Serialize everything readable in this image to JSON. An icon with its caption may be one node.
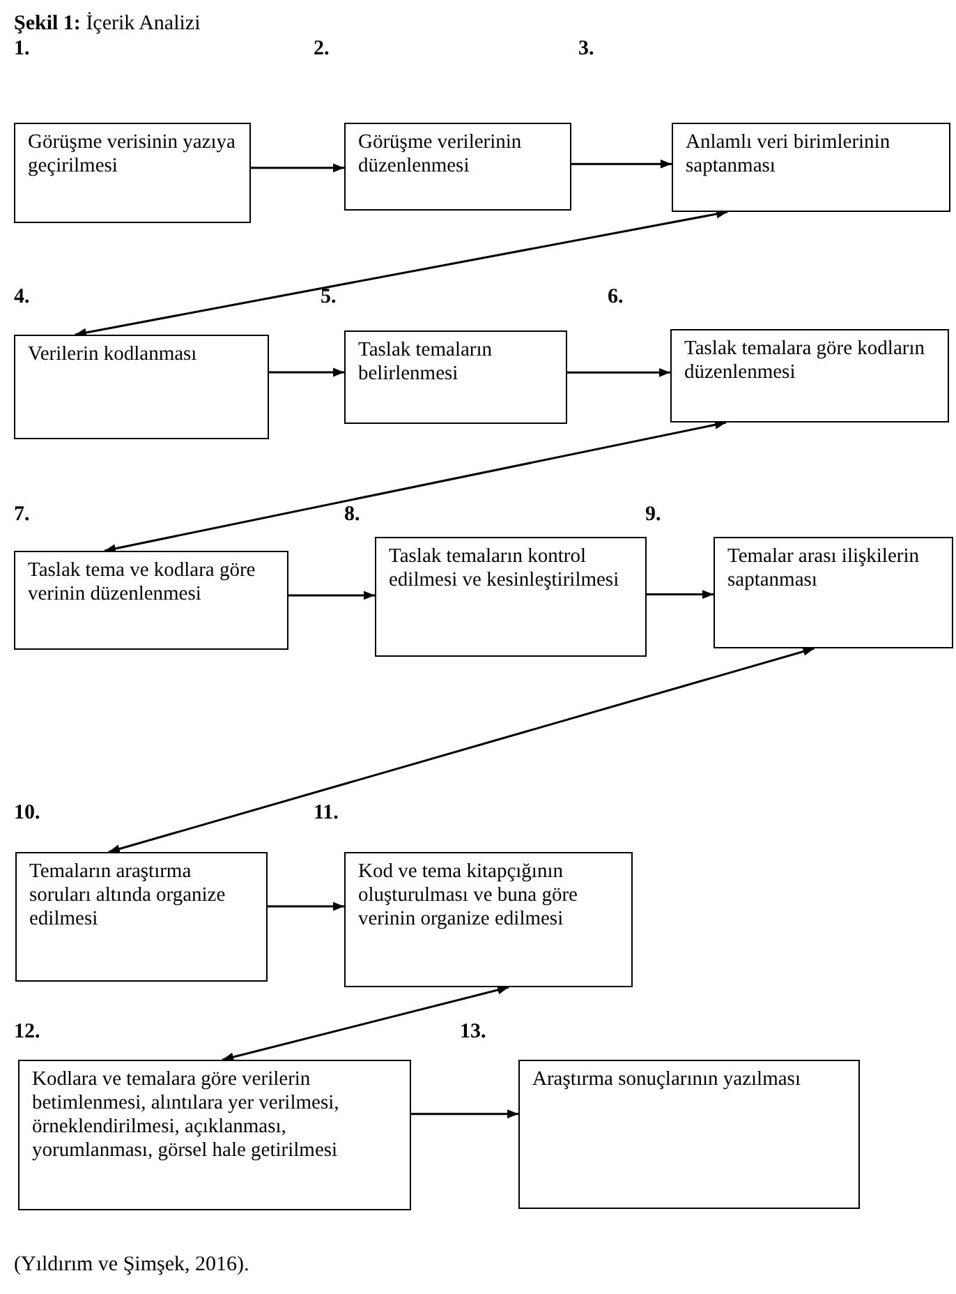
{
  "diagram": {
    "title": "**Şekil 1:** İçerik Analizi",
    "nodes": [
      {
        "text": [
          "Görüşme verisinin yazıya geçirilmesi"
        ]
      },
      {
        "text": [
          "Görüşme verilerinin düzenlenmesi"
        ]
      },
      {
        "text": [
          "Anlamlı veri birimlerinin saptanması"
        ]
      },
      {
        "text": [
          "Verilerin kodlanması"
        ]
      },
      {
        "text": [
          "Taslak temaların belirlenmesi"
        ]
      },
      {
        "text": [
          "Taslak temalara göre kodların düzenlenmesi"
        ]
      },
      {
        "text": [
          "Taslak tema ve kodlara göre verinin düzenlenmesi"
        ]
      },
      {
        "text": [
          "Taslak temaların kontrol edilmesi ve kesinleştirilmesi"
        ]
      },
      {
        "text": [
          "Temalar arası ilişkilerin saptanması"
        ]
      },
      {
        "text": [
          "Temaların araştırma soruları altında organize edilmesi"
        ]
      },
      {
        "text": [
          "Kod ve tema kitapçığının oluşturulması ve buna göre verinin organize edilmesi"
        ]
      },
      {
        "text": [
          "Kodlara ve temalara göre verilerin betimlenmesi, alıntılara yer verilmesi, örneklendirilmesi, açıklanması, yorumlanması, görsel hale getirilmesi"
        ]
      },
      {
        "text": [
          "Araştırma sonuçlarının yazılması"
        ]
      }
    ],
    "edges": [
      {
        "from": 0,
        "to": 1,
        "arrow": "to"
      },
      {
        "from": 1,
        "to": 2,
        "arrow": "to"
      },
      {
        "from": 2,
        "to": 3,
        "arrow": "both"
      },
      {
        "from": 3,
        "to": 4,
        "arrow": "to"
      },
      {
        "from": 4,
        "to": 5,
        "arrow": "to"
      },
      {
        "from": 5,
        "to": 6,
        "arrow": "both"
      },
      {
        "from": 6,
        "to": 7,
        "arrow": "to"
      },
      {
        "from": 7,
        "to": 8,
        "arrow": "to"
      },
      {
        "from": 8,
        "to": 9,
        "arrow": "both"
      },
      {
        "from": 9,
        "to": 10,
        "arrow": "to"
      },
      {
        "from": 10,
        "to": 11,
        "arrow": "both"
      },
      {
        "from": 11,
        "to": 12,
        "arrow": "to"
      }
    ],
    "labels": [
      "1.",
      "2.",
      "3.",
      "4.",
      "5.",
      "6.",
      "7.",
      "8.",
      "9.",
      "10.",
      "11.",
      "12.",
      "13."
    ],
    "caption": "(Yıldırım ve Şimşek, 2016)."
  }
}
